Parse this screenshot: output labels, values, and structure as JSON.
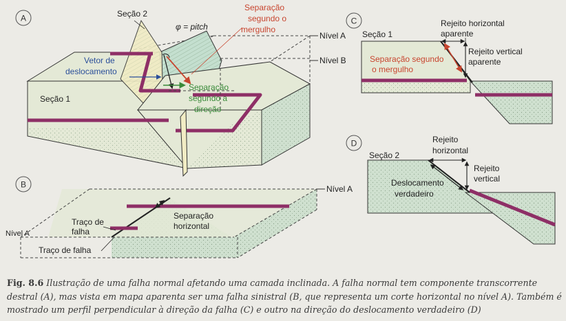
{
  "colors": {
    "face_light": "#e4e9d6",
    "face_green": "#c4dfcf",
    "face_yellow": "#f1ecc4",
    "layer": "#8e2f66",
    "red": "#c8452f",
    "green": "#3a8a3a",
    "blue": "#2a4f9a",
    "outline": "#3a3a3a"
  },
  "panel_letters": {
    "a": "A",
    "b": "B",
    "c": "C",
    "d": "D"
  },
  "panel_a": {
    "secao2": "Seção 2",
    "phi": "φ = pitch",
    "sep_mergulho": [
      "Separação",
      "segundo o",
      "mergulho"
    ],
    "nivel_a": "Nível A",
    "nivel_b": "Nível B",
    "vetor": [
      "Vetor de",
      "deslocamento"
    ],
    "sep_direcao": [
      "Separação",
      "segundo a",
      "direção"
    ],
    "secao1": "Seção 1"
  },
  "panel_b": {
    "nivel_a_right": "Nível A",
    "nivel_a_left": "Nível A",
    "traco_de": [
      "Traço de",
      "falha"
    ],
    "traco_falha": "Traço de falha",
    "sep_horizontal": [
      "Separação",
      "horizontal"
    ]
  },
  "panel_c": {
    "secao1": "Seção 1",
    "rej_h": [
      "Rejeito horizontal",
      "aparente"
    ],
    "rej_v": [
      "Rejeito vertical",
      "aparente"
    ],
    "sep_mergulho": [
      "Separação segundo",
      "o mergulho"
    ]
  },
  "panel_d": {
    "secao2": "Seção 2",
    "rej_h": [
      "Rejeito",
      "horizontal"
    ],
    "rej_v": [
      "Rejeito",
      "vertical"
    ],
    "desl": [
      "Deslocamento",
      "verdadeiro"
    ]
  },
  "caption": {
    "label": "Fig. 8.6",
    "text": "Ilustração de uma falha normal afetando uma camada inclinada. A falha normal tem componente transcorrente destral (A), mas vista em mapa aparenta ser uma falha sinistral (B, que representa um corte horizontal no nível A). Também é mostrado um perfil perpendicular à direção da falha (C) e outro na direção do deslocamento verdadeiro (D)"
  }
}
